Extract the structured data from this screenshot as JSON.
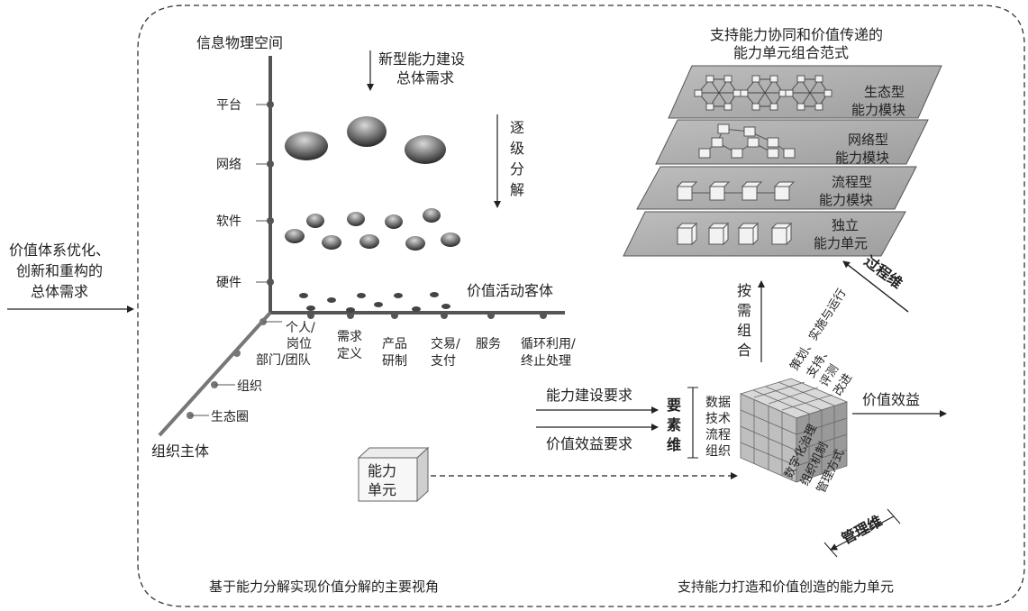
{
  "left_input": [
    "价值体系优化、",
    "创新和重构的",
    "总体需求"
  ],
  "axes": {
    "vertical_title": "信息物理空间",
    "vertical_ticks": [
      "平台",
      "网络",
      "软件",
      "硬件"
    ],
    "horizontal_title": "价值活动客体",
    "horizontal_ticks": [
      [
        "个人/",
        "岗位"
      ],
      [
        "需求",
        "定义"
      ],
      [
        "产品",
        "研制"
      ],
      [
        "交易/",
        "支付"
      ],
      [
        "服务"
      ],
      [
        "循环利用/",
        "终止处理"
      ]
    ],
    "diagonal_title": "组织主体",
    "diagonal_ticks": [
      "部门/团队",
      "组织",
      "生态圈"
    ]
  },
  "top_demand": [
    "新型能力建设",
    "总体需求"
  ],
  "decompose": [
    "逐",
    "级",
    "分",
    "解"
  ],
  "left_caption": "基于能力分解实现价值分解的主要视角",
  "stack_title": [
    "支持能力协同和价值传递的",
    "能力单元组合范式"
  ],
  "layers": [
    [
      "生态型",
      "能力模块"
    ],
    [
      "网络型",
      "能力模块"
    ],
    [
      "流程型",
      "能力模块"
    ],
    [
      "独立",
      "能力单元"
    ]
  ],
  "on_demand": [
    "按",
    "需",
    "组",
    "合"
  ],
  "process_dim": "过程维",
  "process_items": [
    "策划、实施与运行",
    "支持、",
    "评测",
    "改进"
  ],
  "element_dim": [
    "要",
    "素",
    "维"
  ],
  "element_items": [
    "数据",
    "技术",
    "流程",
    "组织"
  ],
  "mgmt_dim": "管理维",
  "mgmt_items": [
    "数字化治理",
    "组织机制",
    "管理方式"
  ],
  "req_capability": "能力建设要求",
  "req_value": "价值效益要求",
  "value_benefit": "价值效益",
  "unit_box": [
    "能力",
    "单元"
  ],
  "right_caption": "支持能力打造和价值创造的能力单元"
}
